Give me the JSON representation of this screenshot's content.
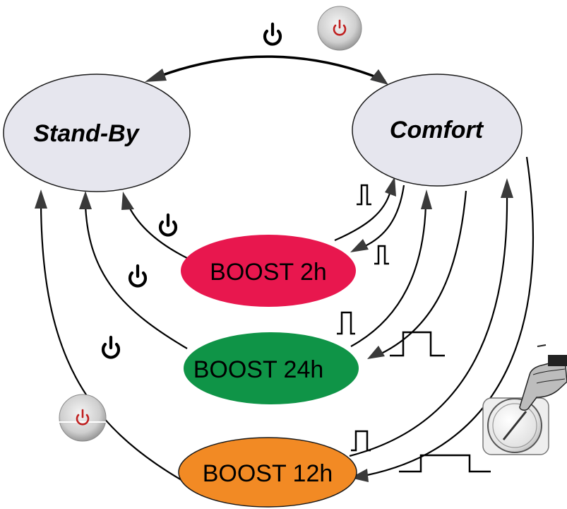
{
  "states": {
    "standby": {
      "label": "Stand-By",
      "fill": "#e6e6ee"
    },
    "comfort": {
      "label": "Comfort",
      "fill": "#e6e6ee"
    },
    "boost2h": {
      "label": "BOOST 2h",
      "fill": "#e8174e"
    },
    "boost24h": {
      "label": "BOOST 24h",
      "fill": "#0f9447"
    },
    "boost12h": {
      "label": "BOOST 12h",
      "fill": "#f28a24"
    }
  },
  "icons": {
    "power": "power-icon",
    "power_button": "power-button-icon",
    "short_press": "short-pulse-icon",
    "long_press": "long-pulse-icon",
    "hand_knob": "hand-pressing-knob-icon"
  },
  "colors": {
    "ellipse_stroke": "#1a1a1a",
    "arrow": "#3a3a3a",
    "power_button_symbol": "#c02020"
  }
}
